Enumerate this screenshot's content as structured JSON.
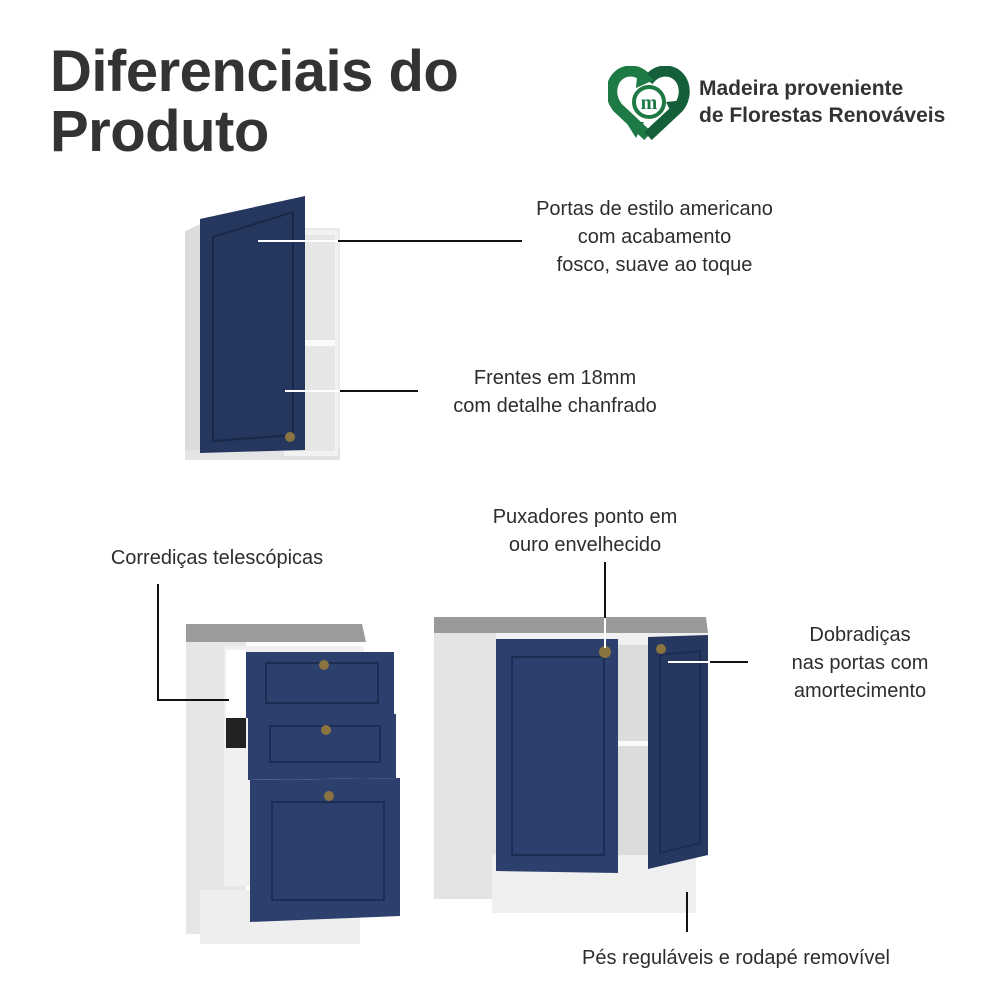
{
  "header": {
    "title_line1": "Diferenciais do",
    "title_line2": "Produto"
  },
  "badge": {
    "icon": "recycle-heart-m-icon",
    "line1": "Madeira proveniente",
    "line2": "de Florestas Renováveis",
    "color": "#1e7a45"
  },
  "colors": {
    "door_navy": "#23345e",
    "cabinet_white": "#e9e9e9",
    "countertop_gray": "#9a9a9a",
    "knob_gold": "#8a7440",
    "text": "#333333"
  },
  "features": [
    {
      "id": "portas-estilo-americano",
      "lines": [
        "Portas de estilo americano",
        "com acabamento",
        "fosco, suave ao toque"
      ]
    },
    {
      "id": "frentes-18mm",
      "lines": [
        "Frentes em 18mm",
        "com detalhe chanfrado"
      ]
    },
    {
      "id": "corredicas",
      "lines": [
        "Corrediças telescópicas"
      ]
    },
    {
      "id": "puxadores",
      "lines": [
        "Puxadores ponto em",
        "ouro envelhecido"
      ]
    },
    {
      "id": "dobradicas",
      "lines": [
        "Dobradiças",
        "nas portas com",
        "amortecimento"
      ]
    },
    {
      "id": "pes-regulaveis",
      "lines": [
        "Pés reguláveis e rodapé removível"
      ]
    }
  ]
}
